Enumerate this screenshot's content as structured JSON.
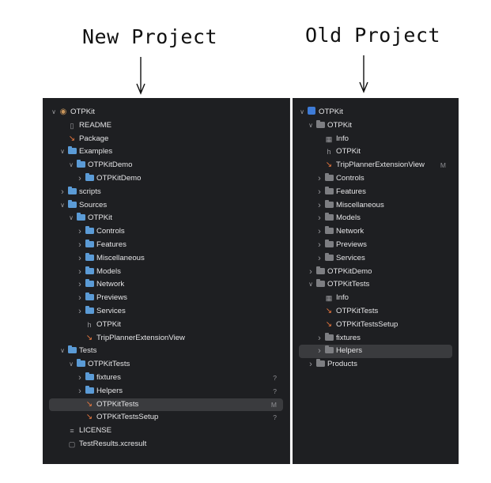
{
  "headings": {
    "new": "New Project",
    "old": "Old Project"
  },
  "left_tree": [
    {
      "level": 0,
      "chevron": "down",
      "icon": "package",
      "label": "OTPKit",
      "status": ""
    },
    {
      "level": 1,
      "chevron": "",
      "icon": "book",
      "label": "README",
      "status": ""
    },
    {
      "level": 1,
      "chevron": "",
      "icon": "swift",
      "label": "Package",
      "status": ""
    },
    {
      "level": 1,
      "chevron": "down",
      "icon": "folder",
      "label": "Examples",
      "status": ""
    },
    {
      "level": 2,
      "chevron": "down",
      "icon": "folder",
      "label": "OTPKitDemo",
      "status": ""
    },
    {
      "level": 3,
      "chevron": "right",
      "icon": "folder",
      "label": "OTPKitDemo",
      "status": ""
    },
    {
      "level": 1,
      "chevron": "right",
      "icon": "folder",
      "label": "scripts",
      "status": ""
    },
    {
      "level": 1,
      "chevron": "down",
      "icon": "folder",
      "label": "Sources",
      "status": ""
    },
    {
      "level": 2,
      "chevron": "down",
      "icon": "folder",
      "label": "OTPKit",
      "status": ""
    },
    {
      "level": 3,
      "chevron": "right",
      "icon": "folder",
      "label": "Controls",
      "status": ""
    },
    {
      "level": 3,
      "chevron": "right",
      "icon": "folder",
      "label": "Features",
      "status": ""
    },
    {
      "level": 3,
      "chevron": "right",
      "icon": "folder",
      "label": "Miscellaneous",
      "status": ""
    },
    {
      "level": 3,
      "chevron": "right",
      "icon": "folder",
      "label": "Models",
      "status": ""
    },
    {
      "level": 3,
      "chevron": "right",
      "icon": "folder",
      "label": "Network",
      "status": ""
    },
    {
      "level": 3,
      "chevron": "right",
      "icon": "folder",
      "label": "Previews",
      "status": ""
    },
    {
      "level": 3,
      "chevron": "right",
      "icon": "folder",
      "label": "Services",
      "status": ""
    },
    {
      "level": 3,
      "chevron": "",
      "icon": "header",
      "label": "OTPKit",
      "status": ""
    },
    {
      "level": 3,
      "chevron": "",
      "icon": "swift",
      "label": "TripPlannerExtensionView",
      "status": ""
    },
    {
      "level": 1,
      "chevron": "down",
      "icon": "folder",
      "label": "Tests",
      "status": ""
    },
    {
      "level": 2,
      "chevron": "down",
      "icon": "folder",
      "label": "OTPKitTests",
      "status": ""
    },
    {
      "level": 3,
      "chevron": "right",
      "icon": "folder",
      "label": "fixtures",
      "status": "?"
    },
    {
      "level": 3,
      "chevron": "right",
      "icon": "folder",
      "label": "Helpers",
      "status": "?"
    },
    {
      "level": 3,
      "chevron": "",
      "icon": "swift",
      "label": "OTPKitTests",
      "status": "M",
      "selected": true
    },
    {
      "level": 3,
      "chevron": "",
      "icon": "swift",
      "label": "OTPKitTestsSetup",
      "status": "?"
    },
    {
      "level": 1,
      "chevron": "",
      "icon": "doc",
      "label": "LICENSE",
      "status": ""
    },
    {
      "level": 1,
      "chevron": "",
      "icon": "file",
      "label": "TestResults.xcresult",
      "status": ""
    }
  ],
  "right_tree": [
    {
      "level": 0,
      "chevron": "down",
      "icon": "project",
      "label": "OTPKit",
      "status": ""
    },
    {
      "level": 1,
      "chevron": "down",
      "icon": "folder-grey",
      "label": "OTPKit",
      "status": ""
    },
    {
      "level": 2,
      "chevron": "",
      "icon": "grid",
      "label": "Info",
      "status": ""
    },
    {
      "level": 2,
      "chevron": "",
      "icon": "header",
      "label": "OTPKit",
      "status": ""
    },
    {
      "level": 2,
      "chevron": "",
      "icon": "swift",
      "label": "TripPlannerExtensionView",
      "status": "M"
    },
    {
      "level": 2,
      "chevron": "right",
      "icon": "folder-grey",
      "label": "Controls",
      "status": ""
    },
    {
      "level": 2,
      "chevron": "right",
      "icon": "folder-grey",
      "label": "Features",
      "status": ""
    },
    {
      "level": 2,
      "chevron": "right",
      "icon": "folder-grey",
      "label": "Miscellaneous",
      "status": ""
    },
    {
      "level": 2,
      "chevron": "right",
      "icon": "folder-grey",
      "label": "Models",
      "status": ""
    },
    {
      "level": 2,
      "chevron": "right",
      "icon": "folder-grey",
      "label": "Network",
      "status": ""
    },
    {
      "level": 2,
      "chevron": "right",
      "icon": "folder-grey",
      "label": "Previews",
      "status": ""
    },
    {
      "level": 2,
      "chevron": "right",
      "icon": "folder-grey",
      "label": "Services",
      "status": ""
    },
    {
      "level": 1,
      "chevron": "right",
      "icon": "folder-grey",
      "label": "OTPKitDemo",
      "status": ""
    },
    {
      "level": 1,
      "chevron": "down",
      "icon": "folder-grey",
      "label": "OTPKitTests",
      "status": ""
    },
    {
      "level": 2,
      "chevron": "",
      "icon": "grid",
      "label": "Info",
      "status": ""
    },
    {
      "level": 2,
      "chevron": "",
      "icon": "swift",
      "label": "OTPKitTests",
      "status": ""
    },
    {
      "level": 2,
      "chevron": "",
      "icon": "swift",
      "label": "OTPKitTestsSetup",
      "status": ""
    },
    {
      "level": 2,
      "chevron": "right",
      "icon": "folder-grey",
      "label": "fixtures",
      "status": ""
    },
    {
      "level": 2,
      "chevron": "right",
      "icon": "folder-grey",
      "label": "Helpers",
      "status": "",
      "selected": true
    },
    {
      "level": 1,
      "chevron": "right",
      "icon": "folder-grey",
      "label": "Products",
      "status": ""
    }
  ]
}
